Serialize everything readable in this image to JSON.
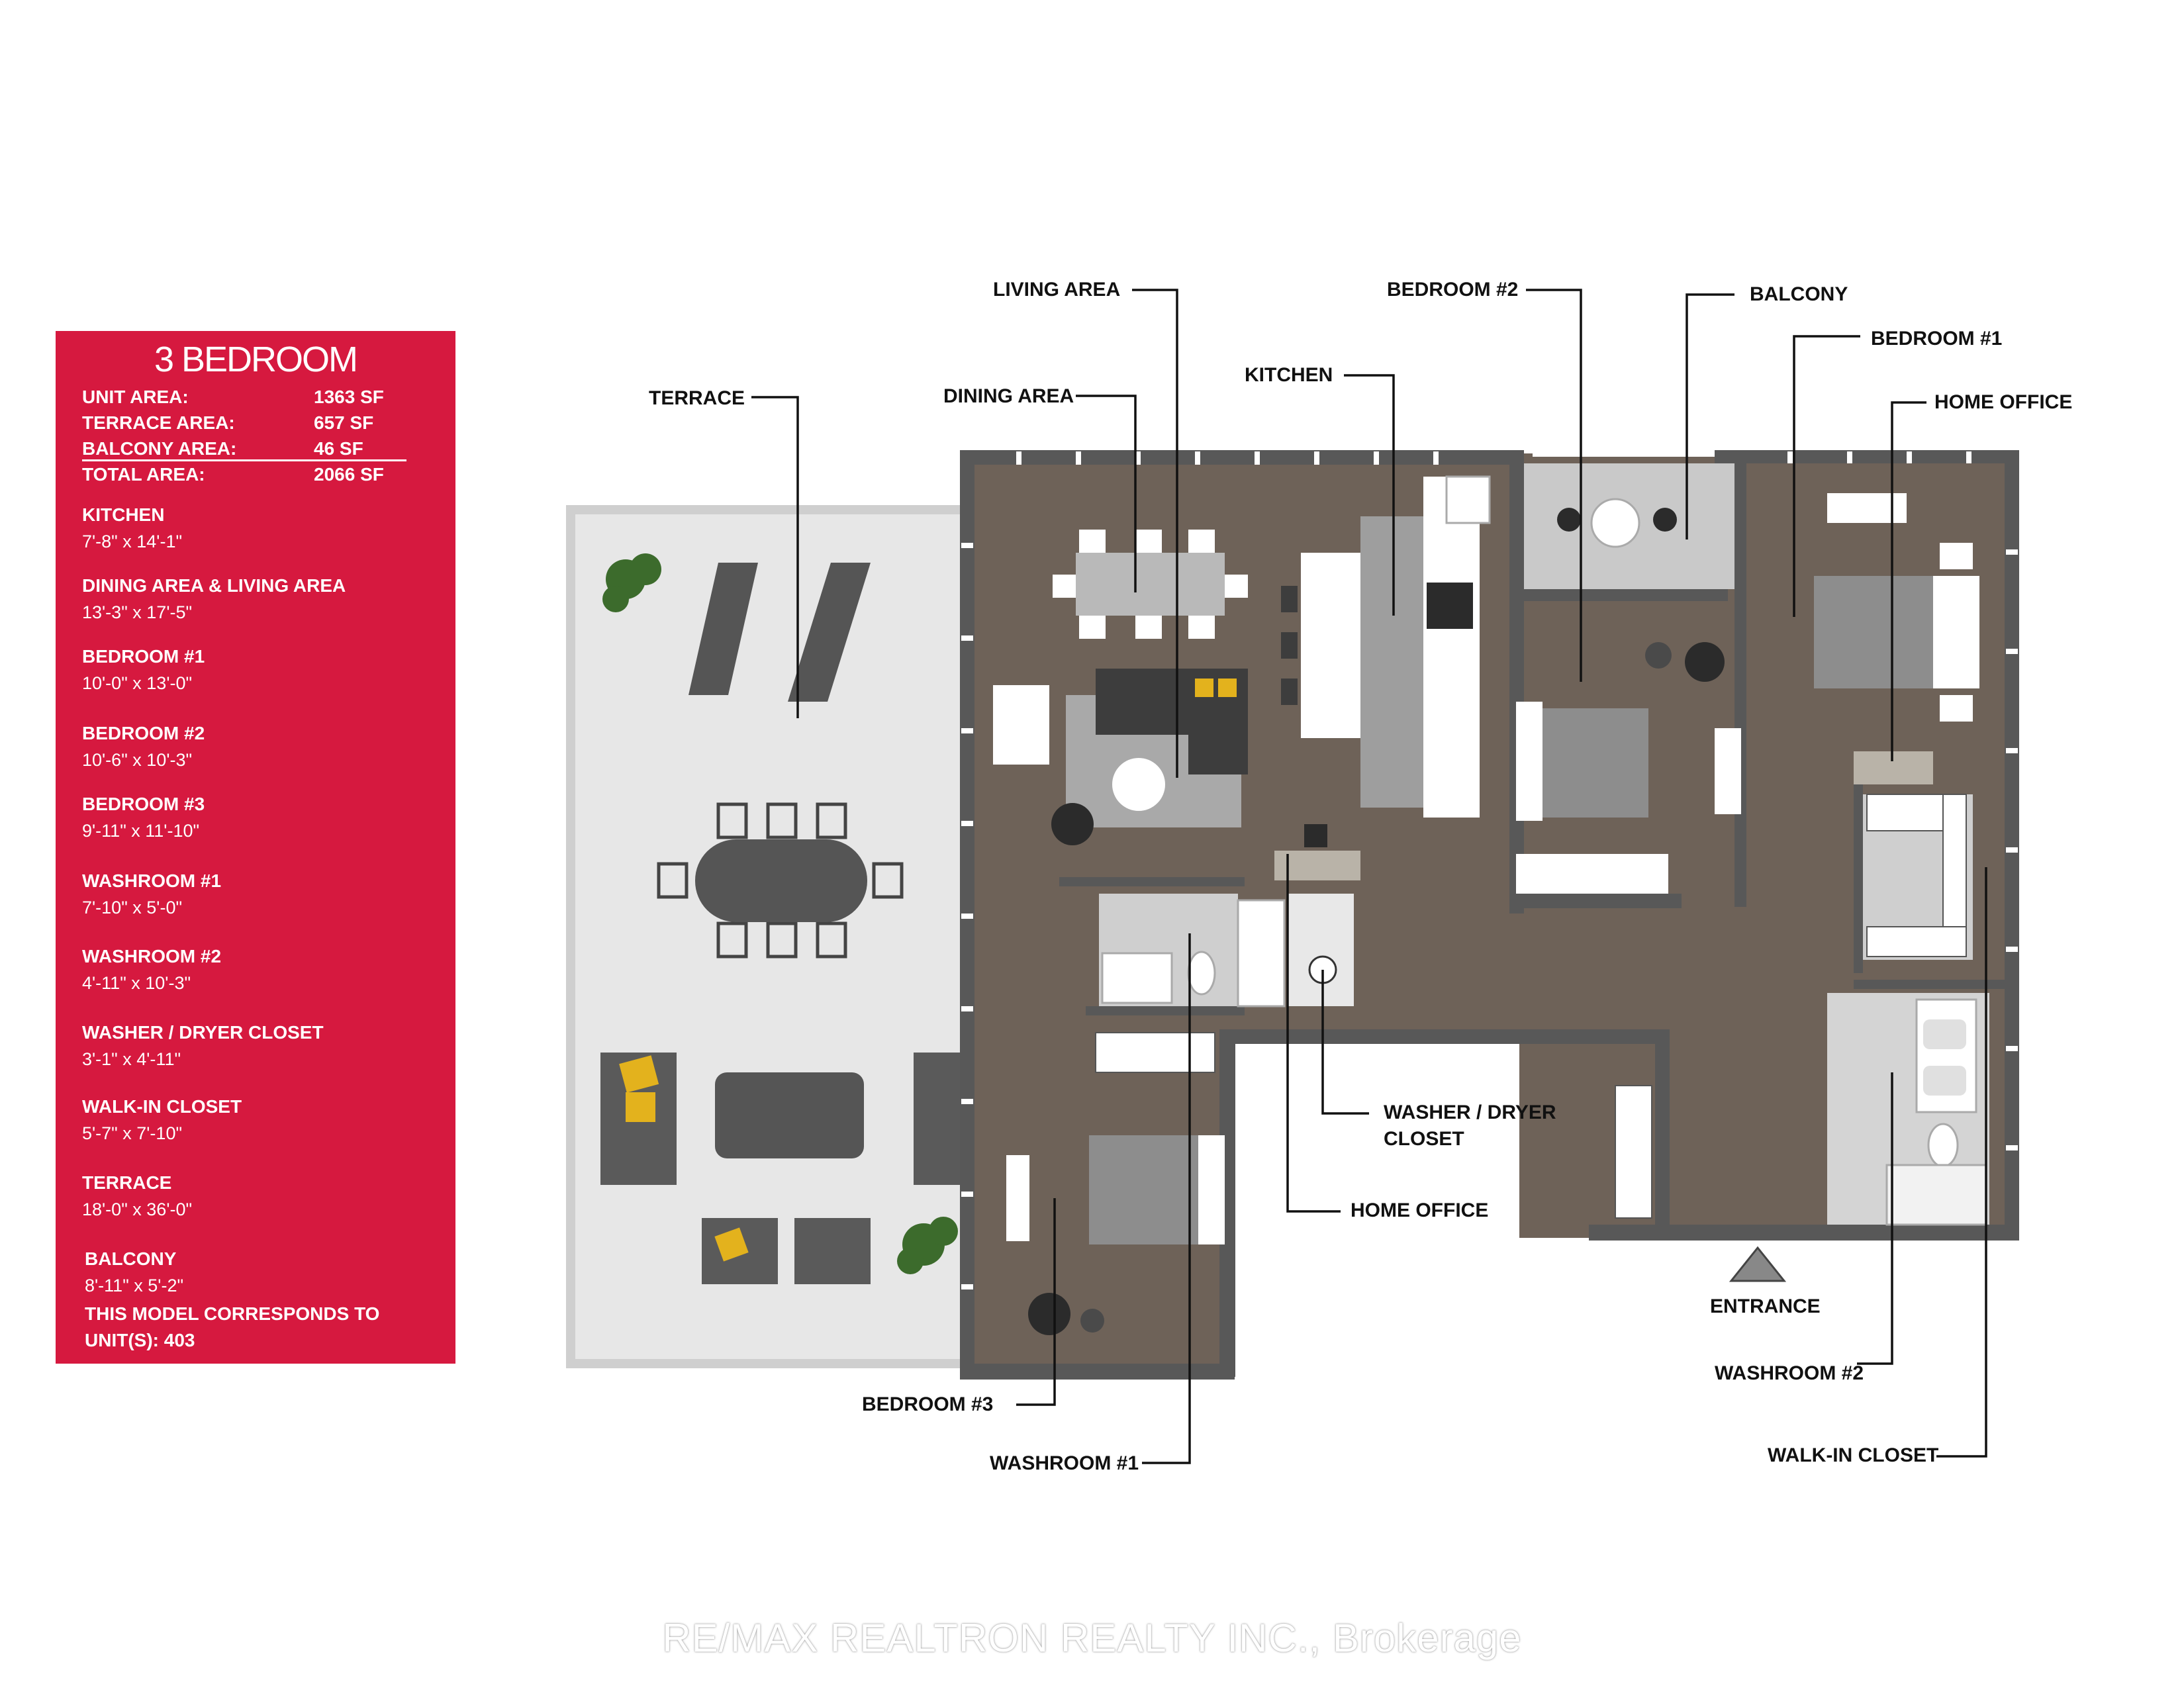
{
  "panel": {
    "title": "3 BEDROOM",
    "areas": [
      {
        "label": "UNIT AREA:",
        "value": "1363 SF"
      },
      {
        "label": "TERRACE AREA:",
        "value": "657 SF"
      },
      {
        "label": "BALCONY AREA:",
        "value": "46 SF"
      },
      {
        "label": "TOTAL AREA:",
        "value": "2066 SF"
      }
    ],
    "rooms": [
      {
        "name": "KITCHEN",
        "dims": "7'-8\" x 14'-1\""
      },
      {
        "name": "DINING AREA & LIVING AREA",
        "dims": "13'-3\" x 17'-5\""
      },
      {
        "name": "BEDROOM #1",
        "dims": "10'-0\" x 13'-0\""
      },
      {
        "name": "BEDROOM #2",
        "dims": "10'-6\" x 10'-3\""
      },
      {
        "name": "BEDROOM #3",
        "dims": " 9'-11\" x 11'-10\""
      },
      {
        "name": "WASHROOM #1",
        "dims": "7'-10\" x 5'-0\""
      },
      {
        "name": "WASHROOM #2",
        "dims": "4'-11\" x 10'-3\""
      },
      {
        "name": "WASHER / DRYER CLOSET",
        "dims": "3'-1\" x 4'-11\""
      },
      {
        "name": "WALK-IN CLOSET",
        "dims": "5'-7\" x 7'-10\""
      },
      {
        "name": "TERRACE",
        "dims": "18'-0\" x 36'-0\""
      },
      {
        "name": "BALCONY",
        "dims": "8'-11\" x 5'-2\""
      }
    ],
    "note_line1": "THIS MODEL CORRESPONDS TO",
    "note_line2": "UNIT(S): 403"
  },
  "plan_labels": {
    "living_area": "LIVING AREA",
    "bedroom_2": "BEDROOM #2",
    "balcony": "BALCONY",
    "bedroom_1": "BEDROOM #1",
    "home_office_top": "HOME OFFICE",
    "kitchen": "KITCHEN",
    "dining_area": "DINING AREA",
    "terrace": "TERRACE",
    "washer_dryer_1": "WASHER / DRYER",
    "washer_dryer_2": "CLOSET",
    "home_office_bottom": "HOME OFFICE",
    "entrance": "ENTRANCE",
    "washroom_2": "WASHROOM #2",
    "bedroom_3": "BEDROOM #3",
    "washroom_1": "WASHROOM #1",
    "walk_in_closet": "WALK-IN CLOSET"
  },
  "watermark": "RE/MAX REALTRON REALTY INC., Brokerage",
  "colors": {
    "panel": "#d6193f",
    "floor": "#6e6258",
    "wall": "#585858",
    "terrace": "#e7e7e7",
    "plant": "#3c6b2c",
    "cushion": "#e3b21d"
  }
}
